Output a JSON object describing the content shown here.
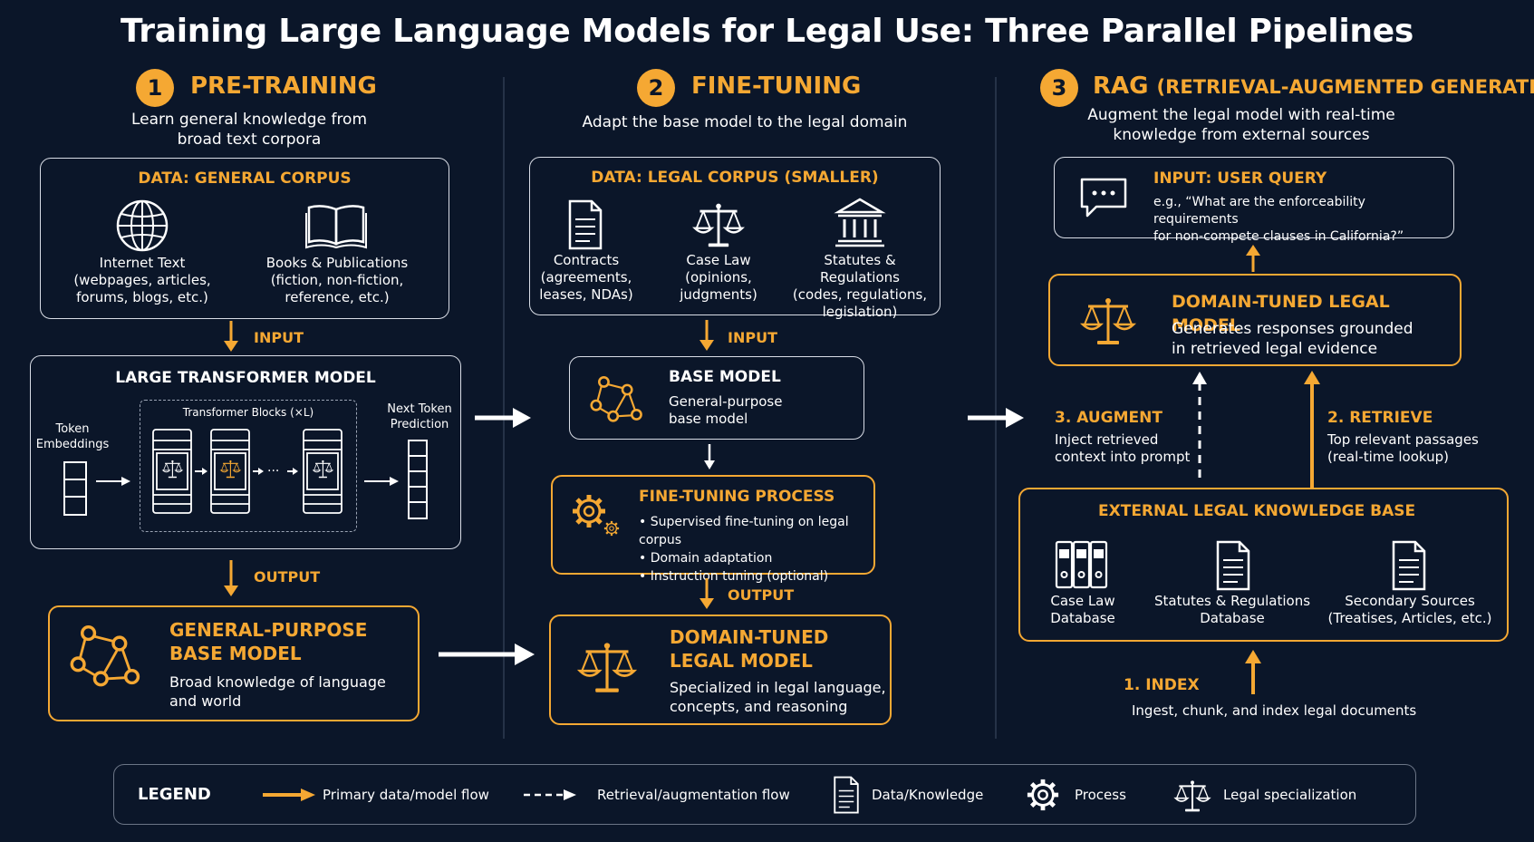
{
  "title": "Training Large Language Models for Legal Use: Three Parallel Pipelines",
  "colors": {
    "background": "#0b1629",
    "accent": "#f5a833",
    "border": "#d9dde6",
    "text": "#ffffff"
  },
  "pretraining": {
    "number": "1",
    "title": "PRE-TRAINING",
    "subtitle_line1": "Learn general knowledge from",
    "subtitle_line2": "broad text corpora",
    "data_box": {
      "header": "DATA: GENERAL CORPUS",
      "internet": {
        "icon": "globe-icon",
        "line1": "Internet Text",
        "line2": "(webpages, articles,",
        "line3": "forums, blogs, etc.)"
      },
      "books": {
        "icon": "book-icon",
        "line1": "Books & Publications",
        "line2": "(fiction, non-fiction,",
        "line3": "reference, etc.)"
      }
    },
    "input_label": "INPUT",
    "transformer": {
      "header": "LARGE TRANSFORMER MODEL",
      "embeddings_line1": "Token",
      "embeddings_line2": "Embeddings",
      "blocks_label": "Transformer Blocks (×L)",
      "ellipsis": "···",
      "prediction_line1": "Next Token",
      "prediction_line2": "Prediction"
    },
    "output_label": "OUTPUT",
    "result": {
      "icon": "network-icon",
      "title_line1": "GENERAL-PURPOSE",
      "title_line2": "BASE MODEL",
      "desc_line1": "Broad knowledge of language",
      "desc_line2": "and world"
    }
  },
  "finetuning": {
    "number": "2",
    "title": "FINE-TUNING",
    "subtitle": "Adapt the base model to the legal domain",
    "data_box": {
      "header": "DATA: LEGAL CORPUS (SMALLER)",
      "contracts": {
        "icon": "document-icon",
        "line1": "Contracts",
        "line2": "(agreements,",
        "line3": "leases, NDAs)"
      },
      "caselaw": {
        "icon": "scales-icon",
        "line1": "Case Law",
        "line2": "(opinions,",
        "line3": "judgments)"
      },
      "statutes": {
        "icon": "courthouse-icon",
        "line1": "Statutes & Regulations",
        "line2": "(codes, regulations,",
        "line3": "legislation)"
      }
    },
    "input_label": "INPUT",
    "base_model": {
      "icon": "network-icon",
      "title": "BASE MODEL",
      "desc_line1": "General-purpose",
      "desc_line2": "base model"
    },
    "process": {
      "icon": "gear-icon",
      "title": "FINE-TUNING PROCESS",
      "bullets": [
        "Supervised fine-tuning on legal corpus",
        "Domain adaptation",
        "Instruction tuning (optional)"
      ]
    },
    "output_label": "OUTPUT",
    "result": {
      "icon": "scales-icon",
      "title_line1": "DOMAIN-TUNED",
      "title_line2": "LEGAL MODEL",
      "desc_line1": "Specialized in legal language,",
      "desc_line2": "concepts, and reasoning"
    }
  },
  "rag": {
    "number": "3",
    "title_main": "RAG",
    "title_paren": "(RETRIEVAL-AUGMENTED GENERATION)",
    "subtitle_line1": "Augment the legal model with real-time",
    "subtitle_line2": "knowledge from external sources",
    "query": {
      "icon": "chat-icon",
      "title": "INPUT: USER QUERY",
      "line1": "e.g., “What are the enforceability requirements",
      "line2": "for non-compete clauses in California?”"
    },
    "model": {
      "icon": "scales-icon",
      "title": "DOMAIN-TUNED LEGAL MODEL",
      "desc_line1": "Generates responses grounded",
      "desc_line2": "in retrieved legal evidence"
    },
    "augment": {
      "title": "3. AUGMENT",
      "line1": "Inject retrieved",
      "line2": "context into prompt"
    },
    "retrieve": {
      "title": "2. RETRIEVE",
      "line1": "Top relevant passages",
      "line2": "(real-time lookup)"
    },
    "kb": {
      "header": "EXTERNAL LEGAL KNOWLEDGE BASE",
      "caselaw": {
        "icon": "binders-icon",
        "line1": "Case Law",
        "line2": "Database"
      },
      "statutes": {
        "icon": "document-icon",
        "line1": "Statutes & Regulations",
        "line2": "Database"
      },
      "secondary": {
        "icon": "document-icon",
        "line1": "Secondary Sources",
        "line2": "(Treatises, Articles, etc.)"
      }
    },
    "index": {
      "title": "1. INDEX",
      "desc": "Ingest, chunk, and index legal documents"
    }
  },
  "legend": {
    "title": "LEGEND",
    "items": [
      {
        "icon": "solid-arrow-icon",
        "label": "Primary data/model flow"
      },
      {
        "icon": "dashed-arrow-icon",
        "label": "Retrieval/augmentation flow"
      },
      {
        "icon": "document-icon",
        "label": "Data/Knowledge"
      },
      {
        "icon": "gear-icon",
        "label": "Process"
      },
      {
        "icon": "scales-icon",
        "label": "Legal specialization"
      }
    ]
  }
}
